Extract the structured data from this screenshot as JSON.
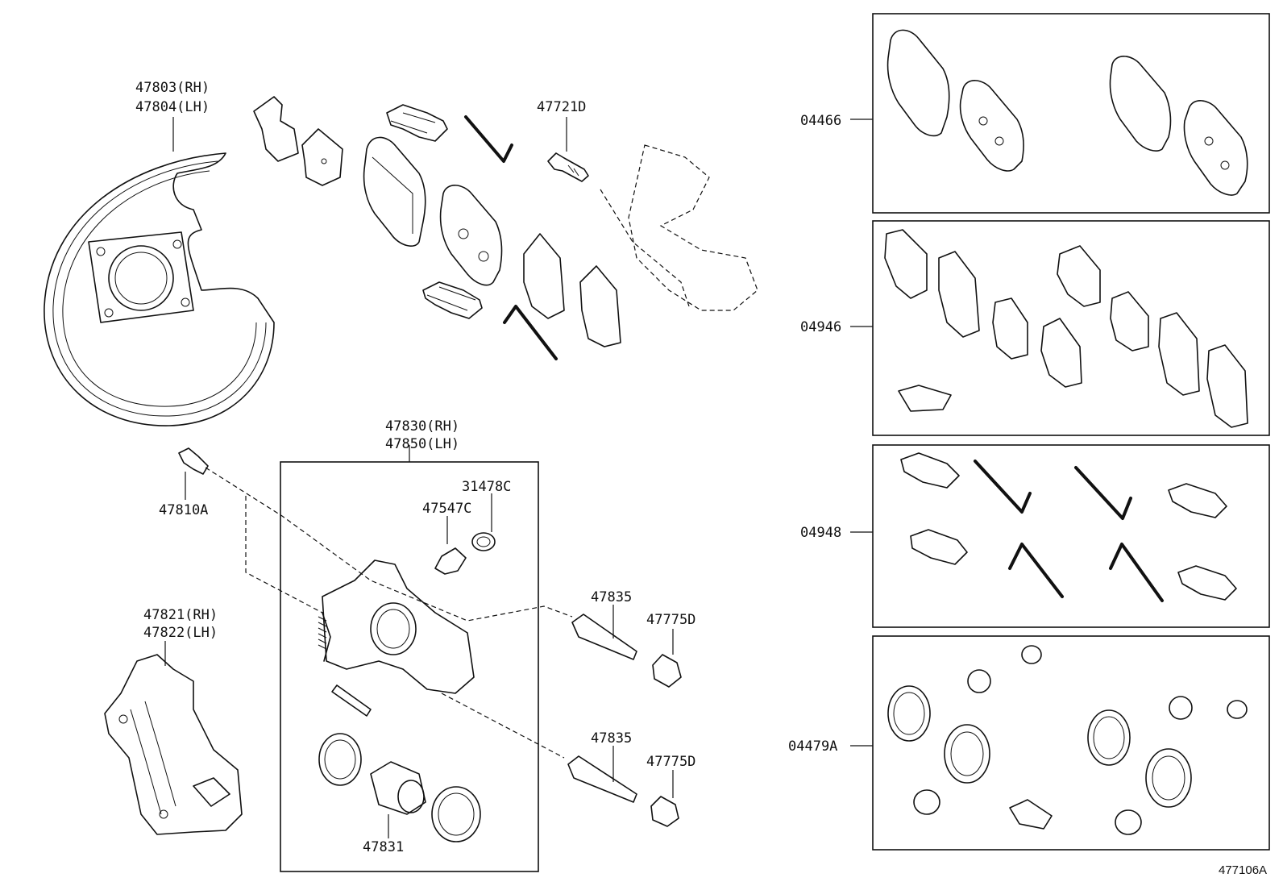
{
  "diagram": {
    "labels": {
      "shield_rh": "47803(RH)",
      "shield_lh": "47804(LH)",
      "bolt_upper": "47721D",
      "caliper_rh": "47830(RH)",
      "caliper_lh": "47850(LH)",
      "bleeder_cap": "31478C",
      "bleeder_plug": "47547C",
      "union_bolt": "47810A",
      "mounting_rh": "47821(RH)",
      "mounting_lh": "47822(LH)",
      "slide_pin_upper": "47835",
      "boot_upper": "47775D",
      "slide_pin_lower": "47835",
      "boot_lower": "47775D",
      "piston": "47831",
      "kit_pads": "04466",
      "kit_shims": "04946",
      "kit_fitting": "04948",
      "kit_cylinder": "04479A",
      "illustration_ref": "477106A"
    }
  }
}
